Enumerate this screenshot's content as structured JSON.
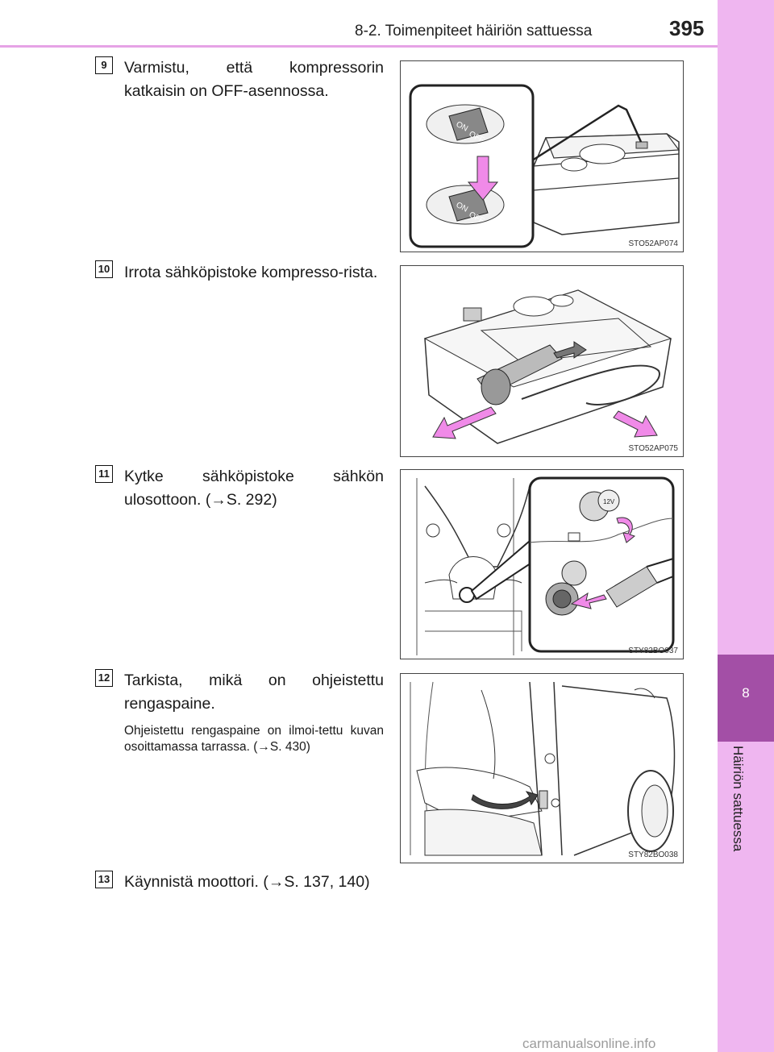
{
  "header": {
    "section_title": "8-2. Toimenpiteet häiriön sattuessa",
    "page_number": "395"
  },
  "side_tab": {
    "chapter_number": "8",
    "chapter_label": "Häiriön sattuessa"
  },
  "steps": [
    {
      "number": "9",
      "text": "Varmistu, että kompressorin katkaisin on OFF-asennossa.",
      "figure_code": "STO52AP074"
    },
    {
      "number": "10",
      "text": "Irrota sähköpistoke kompresso-rista.",
      "figure_code": "STO52AP075"
    },
    {
      "number": "11",
      "text": "Kytke sähköpistoke sähkön ulosottoon. (→S. 292)",
      "figure_code": "STY82BO037"
    },
    {
      "number": "12",
      "text": "Tarkista, mikä on ohjeistettu rengaspaine.",
      "note": "Ohjeistettu rengaspaine on ilmoi-tettu kuvan osoittamassa tarrassa. (→S. 430)",
      "figure_code": "STY82BO038"
    },
    {
      "number": "13",
      "text": "Käynnistä moottori. (→S. 137, 140)"
    }
  ],
  "figure_labels": {
    "switch_on": "ON",
    "switch_off": "OFF",
    "outlet_voltage": "12V"
  },
  "watermark": "carmanualsonline.info",
  "colors": {
    "accent_pink": "#efb6f0",
    "tab_purple": "#a34fa6",
    "arrow_pink": "#f08ae8"
  }
}
